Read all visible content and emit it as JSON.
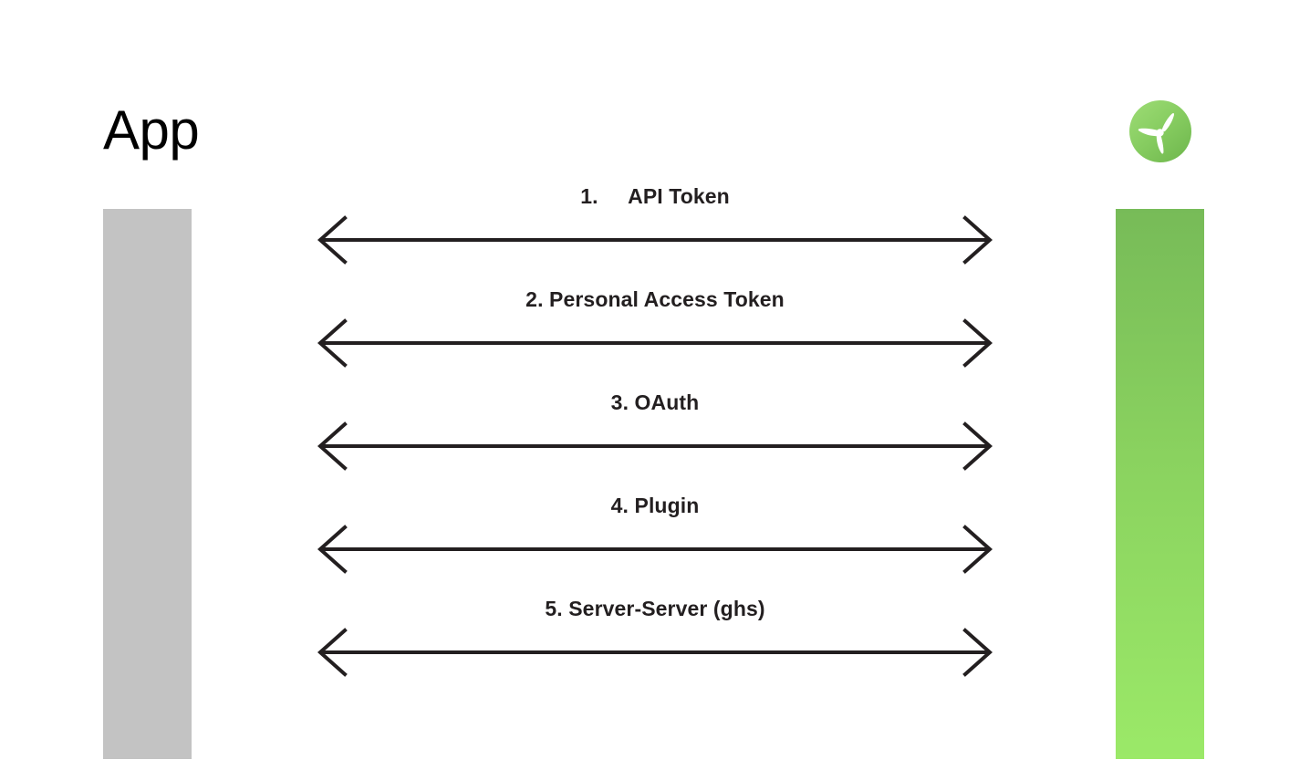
{
  "diagram": {
    "title": "App",
    "left_actor": {
      "name": "App",
      "lifeline_color": "#c3c3c3"
    },
    "right_actor": {
      "logo": "propeller-logo-icon",
      "lifeline_gradient_top": "#77bb58",
      "lifeline_gradient_bottom": "#9be968"
    },
    "arrow_color": "#231f20",
    "messages": [
      {
        "index": "1.",
        "label": "1.\tAPI Token",
        "text": "API Token",
        "direction": "bidirectional"
      },
      {
        "index": "2.",
        "label": "2. Personal Access Token",
        "text": "Personal Access Token",
        "direction": "bidirectional"
      },
      {
        "index": "3.",
        "label": "3. OAuth",
        "text": "OAuth",
        "direction": "bidirectional"
      },
      {
        "index": "4.",
        "label": "4. Plugin",
        "text": "Plugin",
        "direction": "bidirectional"
      },
      {
        "index": "5.",
        "label": "5. Server-Server (ghs)",
        "text": "Server-Server (ghs)",
        "direction": "bidirectional"
      }
    ]
  }
}
